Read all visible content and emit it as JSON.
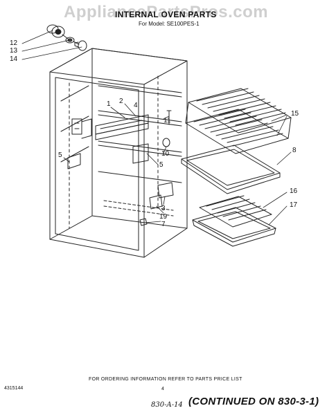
{
  "header": {
    "watermark": "AppliancePartsPros.com",
    "title": "INTERNAL OVEN PARTS",
    "subtitle": "For Model: SE100PES-1"
  },
  "callouts": [
    "1",
    "2",
    "3",
    "4",
    "5",
    "5",
    "7",
    "8",
    "10",
    "11",
    "12",
    "13",
    "14",
    "15",
    "16",
    "17",
    "19"
  ],
  "footer": {
    "ordering_note": "FOR ORDERING INFORMATION REFER TO PARTS PRICE LIST",
    "doc_number": "4315144",
    "page_number": "4",
    "handwritten_ref": "830-A-14",
    "continued": "(CONTINUED ON 830-3-1)"
  }
}
